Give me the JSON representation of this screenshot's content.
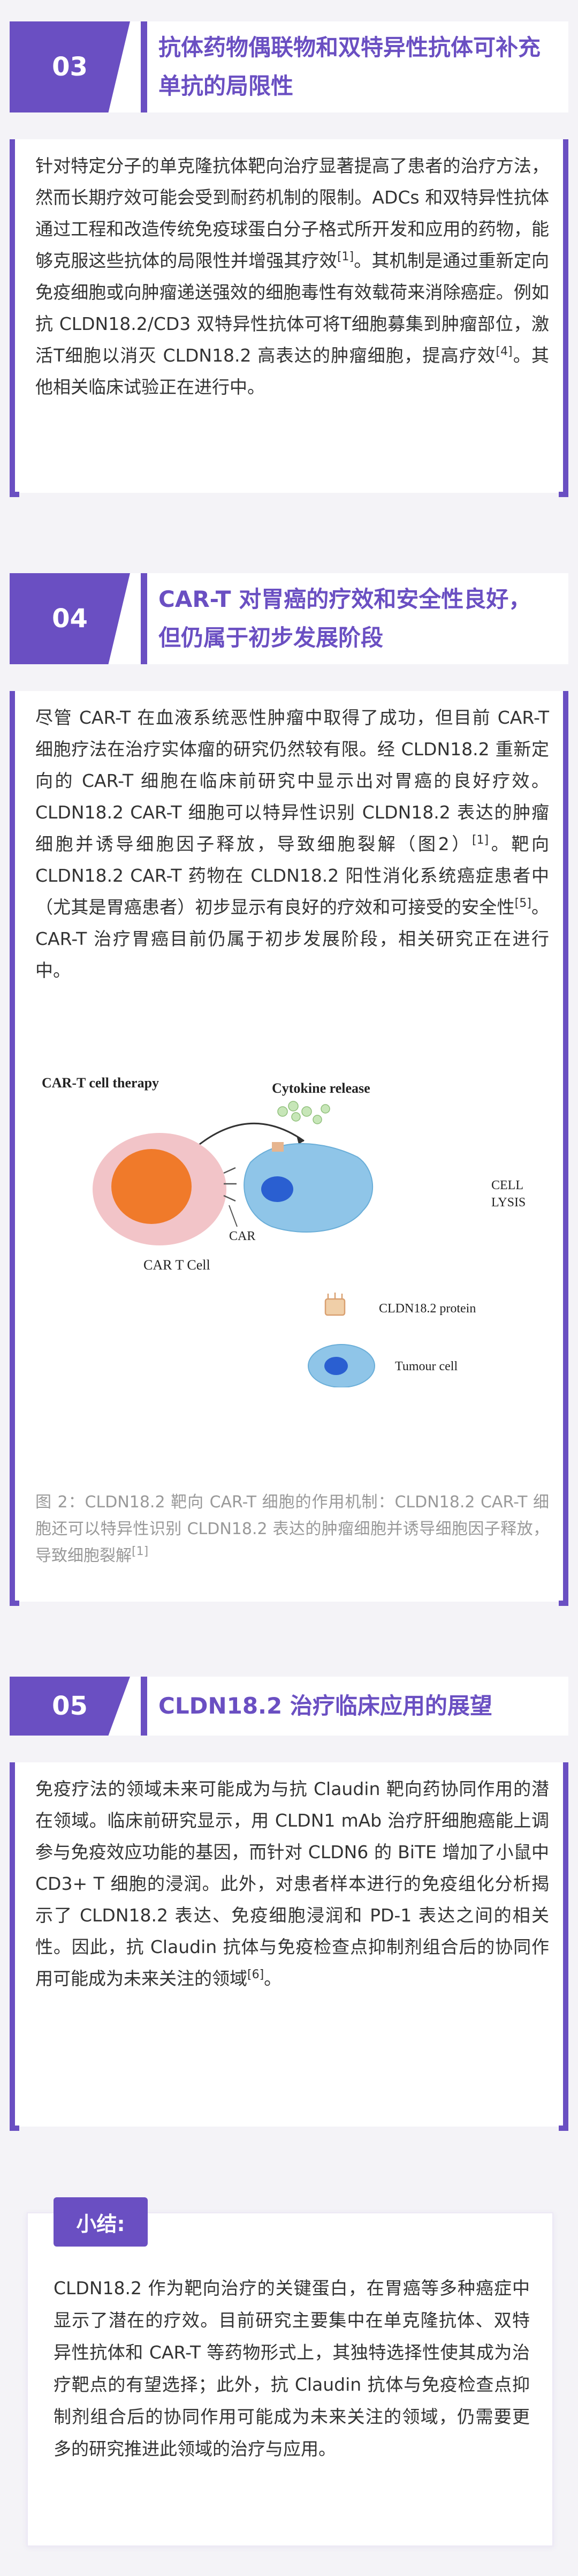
{
  "sections": [
    {
      "number": "03",
      "title": "抗体药物偶联物和双特异性抗体可补充单抗的局限性",
      "paragraph": "针对特定分子的单克隆抗体靶向治疗显著提高了患者的治疗方法，然而长期疗效可能会受到耐药机制的限制。ADCs 和双特异性抗体通过工程和改造传统免疫球蛋白分子格式所开发和应用的药物，能够克服这些抗体的局限性并增强其疗效[1]。其机制是通过重新定向免疫细胞或向肿瘤递送强效的细胞毒性有效载荷来消除癌症。例如抗 CLDN18.2/CD3 双特异性抗体可将T细胞募集到肿瘤部位，激活T细胞以消灭 CLDN18.2 高表达的肿瘤细胞，提高疗效[4]。其他相关临床试验正在进行中。"
    },
    {
      "number": "04",
      "title": "CAR-T 对胃癌的疗效和安全性良好，但仍属于初步发展阶段",
      "paragraph": "尽管 CAR-T 在血液系统恶性肿瘤中取得了成功，但目前 CAR-T 细胞疗法在治疗实体瘤的研究仍然较有限。经 CLDN18.2 重新定向的 CAR-T 细胞在临床前研究中显示出对胃癌的良好疗效。CLDN18.2 CAR-T 细胞可以特异性识别 CLDN18.2 表达的肿瘤细胞并诱导细胞因子释放，导致细胞裂解（图2）[1]。靶向 CLDN18.2 CAR-T 药物在 CLDN18.2 阳性消化系统癌症患者中（尤其是胃癌患者）初步显示有良好的疗效和可接受的安全性[5]。CAR-T 治疗胃癌目前仍属于初步发展阶段，相关研究正在进行中。",
      "figure": {
        "title": "CAR-T cell therapy",
        "cytokine": "Cytokine release",
        "car": "CAR",
        "cart_cell": "CAR T Cell",
        "lysis_1": "CELL",
        "lysis_2": "LYSIS",
        "protein": "CLDN18.2 protein",
        "tumour": "Tumour cell"
      },
      "caption": "图 2：CLDN18.2 靶向 CAR-T 细胞的作用机制：CLDN18.2 CAR-T 细胞还可以特异性识别 CLDN18.2 表达的肿瘤细胞并诱导细胞因子释放，导致细胞裂解[1]"
    },
    {
      "number": "05",
      "title": "CLDN18.2 治疗临床应用的展望",
      "paragraph": "免疫疗法的领域未来可能成为与抗 Claudin 靶向药协同作用的潜在领域。临床前研究显示，用 CLDN1 mAb 治疗肝细胞癌能上调参与免疫效应功能的基因，而针对 CLDN6 的 BiTE 增加了小鼠中 CD3+ T 细胞的浸润。此外，对患者样本进行的免疫组化分析揭示了 CLDN18.2 表达、免疫细胞浸润和 PD-1 表达之间的相关性。因此，抗 Claudin 抗体与免疫检查点抑制剂组合后的协同作用可能成为未来关注的领域[6]。"
    }
  ],
  "summary": {
    "label": "小结:",
    "text": "CLDN18.2 作为靶向治疗的关键蛋白，在胃癌等多种癌症中显示了潜在的疗效。目前研究主要集中在单克隆抗体、双特异性抗体和 CAR-T 等药物形式上，其独特选择性使其成为治疗靶点的有望选择；此外，抗 Claudin 抗体与免疫检查点抑制剂组合后的协同作用可能成为未来关注的领域，仍需要更多的研究推进此领域的治疗与应用。"
  },
  "colors": {
    "accent": "#6a4fc2",
    "caption": "#999999",
    "text": "#333333"
  }
}
